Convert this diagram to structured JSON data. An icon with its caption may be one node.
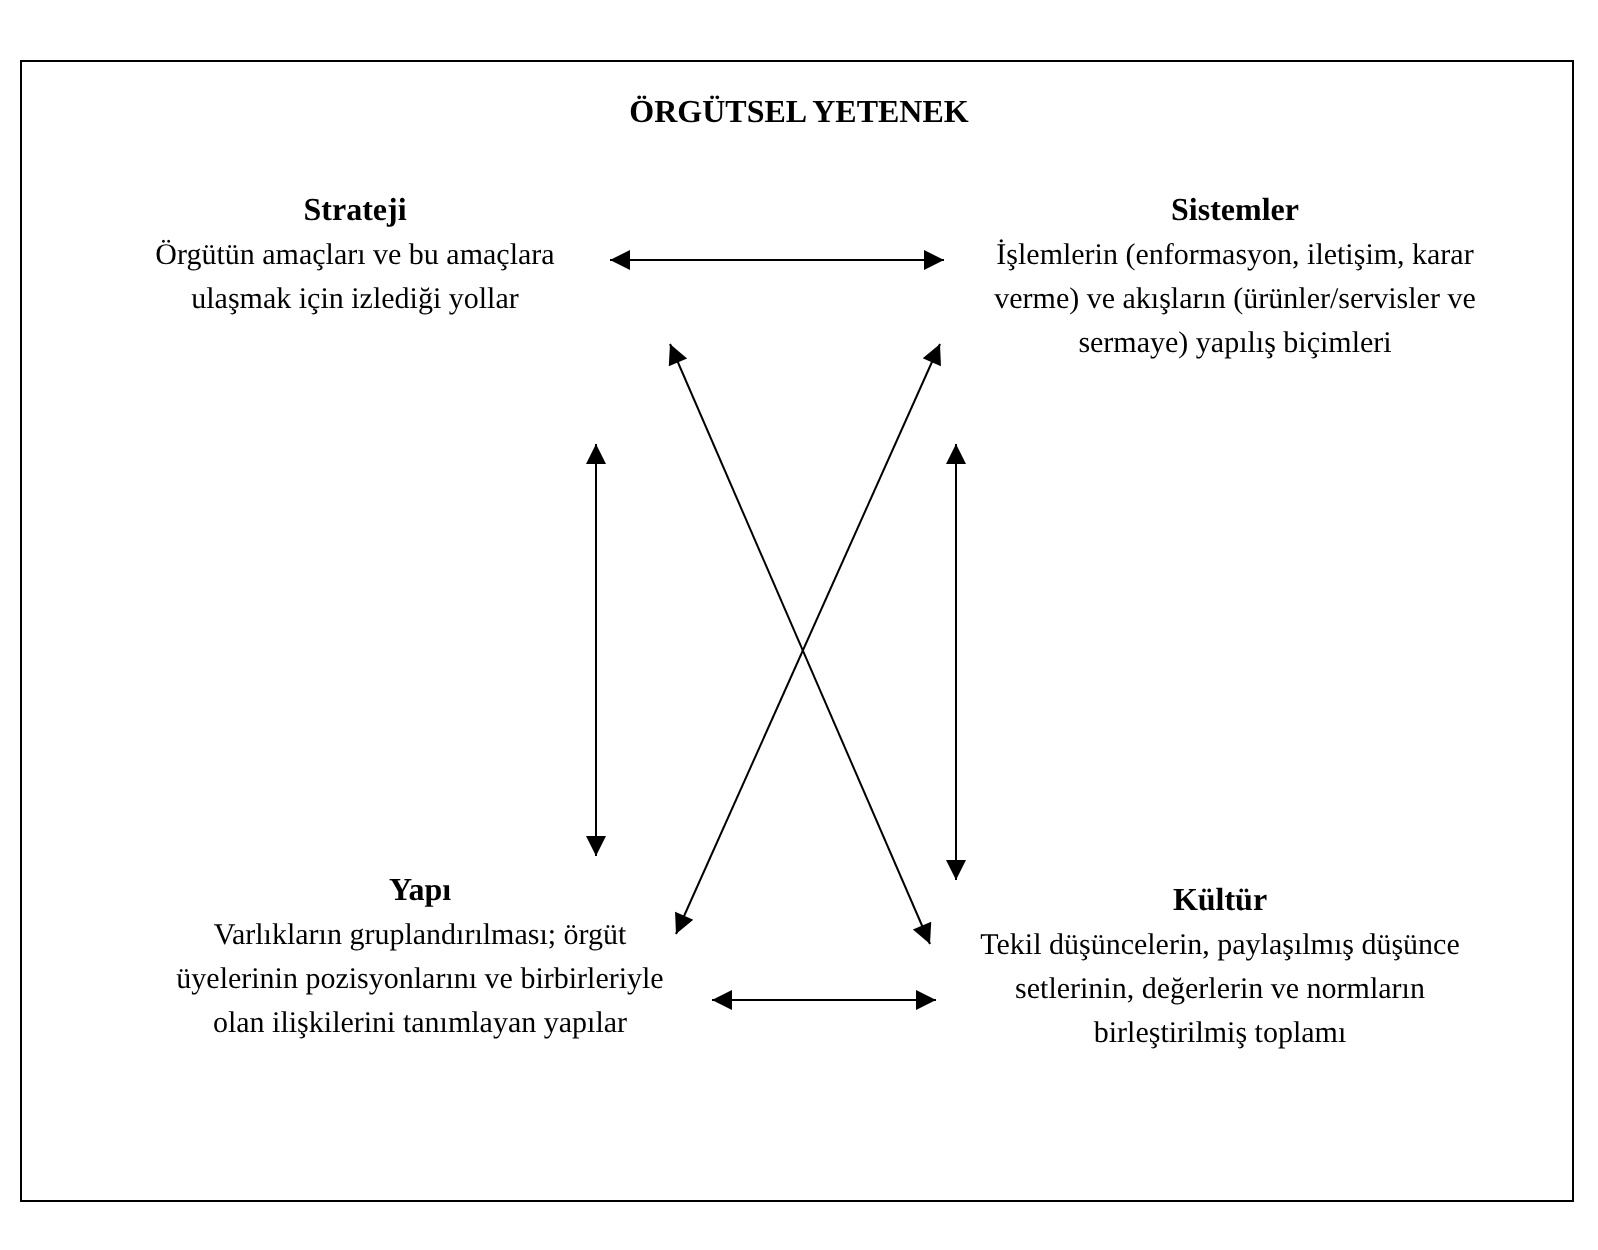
{
  "diagram": {
    "title": "ÖRGÜTSEL YETENEK",
    "nodes": [
      {
        "text": [
          "Strateji",
          "Örgütün amaçları ve bu amaçlara ulaşmak için izlediği yollar"
        ]
      },
      {
        "text": [
          "Sistemler",
          "İşlemlerin (enformasyon, iletişim, karar verme) ve akışların (ürünler/servisler ve sermaye) yapılış biçimleri"
        ]
      },
      {
        "text": [
          "Yapı",
          "Varlıkların gruplandırılması; örgüt üyelerinin pozisyonlarını ve birbirleriyle olan ilişkilerini tanımlayan yapılar"
        ]
      },
      {
        "text": [
          "Kültür",
          "Tekil düşüncelerin, paylaşılmış düşünce setlerinin, değerlerin ve normların birleştirilmiş toplamı"
        ]
      }
    ],
    "edges": [
      {
        "from": 0,
        "to": 1,
        "arrow": "both"
      },
      {
        "from": 0,
        "to": 2,
        "arrow": "both"
      },
      {
        "from": 0,
        "to": 3,
        "arrow": "both"
      },
      {
        "from": 2,
        "to": 1,
        "arrow": "both"
      },
      {
        "from": 1,
        "to": 3,
        "arrow": "both"
      },
      {
        "from": 2,
        "to": 3,
        "arrow": "both"
      }
    ]
  }
}
